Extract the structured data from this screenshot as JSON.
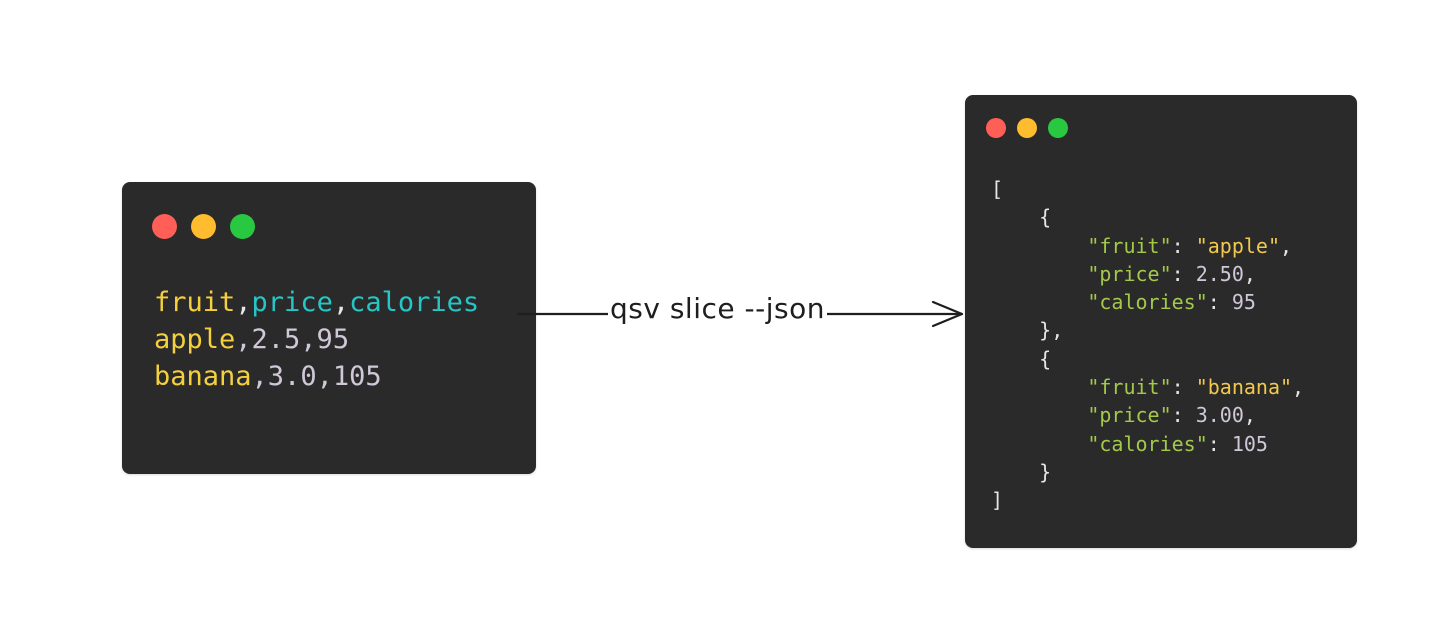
{
  "colors": {
    "window_bg": "#2a2a2a",
    "dot_red": "#ff5f57",
    "dot_yellow": "#febc2e",
    "dot_green": "#28c840",
    "csv_text": "#f4d03f",
    "csv_header_accent": "#26c6c6",
    "number": "#d0c8d8",
    "json_key": "#a3c94a",
    "json_string": "#f2c94c",
    "punctuation": "#e6e6e6"
  },
  "csv_window": {
    "lines": [
      [
        {
          "t": "fruit",
          "c": "c-yellow"
        },
        {
          "t": ",",
          "c": "c-white"
        },
        {
          "t": "price",
          "c": "c-cyan"
        },
        {
          "t": ",",
          "c": "c-white"
        },
        {
          "t": "calories",
          "c": "c-cyan"
        }
      ],
      [
        {
          "t": "apple",
          "c": "c-yellow"
        },
        {
          "t": ",2.5,95",
          "c": "c-num"
        }
      ],
      [
        {
          "t": "banana",
          "c": "c-yellow"
        },
        {
          "t": ",3.0,105",
          "c": "c-num"
        }
      ]
    ]
  },
  "arrow": {
    "label": "qsv slice --json"
  },
  "json_window": {
    "lines": [
      [
        {
          "t": "[",
          "c": "c-white"
        }
      ],
      [
        {
          "t": "    {",
          "c": "c-white"
        }
      ],
      [
        {
          "t": "        \"fruit\"",
          "c": "c-key"
        },
        {
          "t": ": ",
          "c": "c-white"
        },
        {
          "t": "\"apple\"",
          "c": "c-str"
        },
        {
          "t": ",",
          "c": "c-white"
        }
      ],
      [
        {
          "t": "        \"price\"",
          "c": "c-key"
        },
        {
          "t": ": ",
          "c": "c-white"
        },
        {
          "t": "2.50",
          "c": "c-num"
        },
        {
          "t": ",",
          "c": "c-white"
        }
      ],
      [
        {
          "t": "        \"calories\"",
          "c": "c-key"
        },
        {
          "t": ": ",
          "c": "c-white"
        },
        {
          "t": "95",
          "c": "c-num"
        }
      ],
      [
        {
          "t": "    },",
          "c": "c-white"
        }
      ],
      [
        {
          "t": "    {",
          "c": "c-white"
        }
      ],
      [
        {
          "t": "        \"fruit\"",
          "c": "c-key"
        },
        {
          "t": ": ",
          "c": "c-white"
        },
        {
          "t": "\"banana\"",
          "c": "c-str"
        },
        {
          "t": ",",
          "c": "c-white"
        }
      ],
      [
        {
          "t": "        \"price\"",
          "c": "c-key"
        },
        {
          "t": ": ",
          "c": "c-white"
        },
        {
          "t": "3.00",
          "c": "c-num"
        },
        {
          "t": ",",
          "c": "c-white"
        }
      ],
      [
        {
          "t": "        \"calories\"",
          "c": "c-key"
        },
        {
          "t": ": ",
          "c": "c-white"
        },
        {
          "t": "105",
          "c": "c-num"
        }
      ],
      [
        {
          "t": "    }",
          "c": "c-white"
        }
      ],
      [
        {
          "t": "]",
          "c": "c-white"
        }
      ]
    ]
  }
}
